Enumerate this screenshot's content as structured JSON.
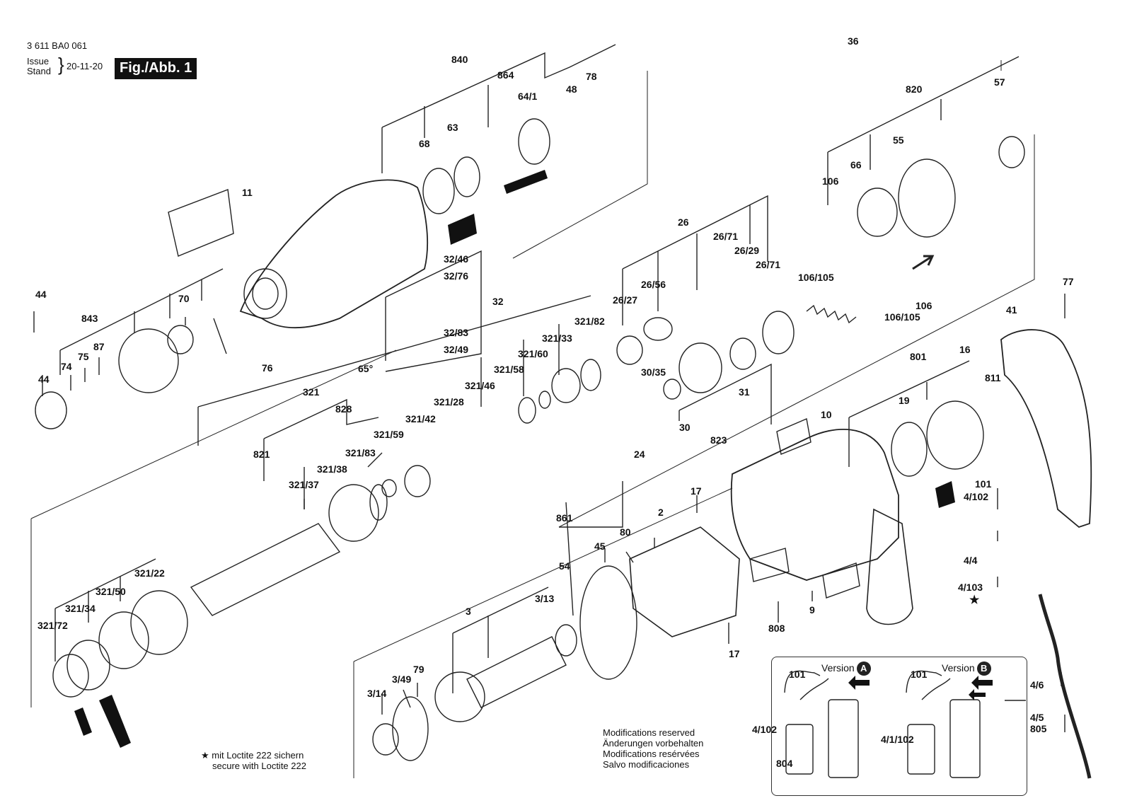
{
  "header": {
    "doc_number": "3 611 BA0 061",
    "issue_label": "Issue",
    "stand_label": "Stand",
    "date": "20-11-20",
    "figure_label": "Fig./Abb. 1"
  },
  "parts": {
    "p840": "840",
    "p864": "864",
    "p78": "78",
    "p48": "48",
    "p64_1": "64/1",
    "p63": "63",
    "p68": "68",
    "p11": "11",
    "p36": "36",
    "p820": "820",
    "p57": "57",
    "p55": "55",
    "p66": "66",
    "p106": "106",
    "p106_105a": "106/105",
    "p106b": "106",
    "p106_105b": "106/105",
    "p26": "26",
    "p26_71a": "26/71",
    "p26_29": "26/29",
    "p26_71b": "26/71",
    "p26_56": "26/56",
    "p26_27": "26/27",
    "p32_46": "32/46",
    "p32_76": "32/76",
    "p32": "32",
    "p32_83": "32/83",
    "p32_49": "32/49",
    "p44a": "44",
    "p70": "70",
    "p843": "843",
    "p75": "75",
    "p87": "87",
    "p74": "74",
    "p44b": "44",
    "p76": "76",
    "p65deg": "65°",
    "p321_82": "321/82",
    "p321_33": "321/33",
    "p321_60": "321/60",
    "p321_58": "321/58",
    "p321_46": "321/46",
    "p321_28": "321/28",
    "p321_42": "321/42",
    "p321_59": "321/59",
    "p321": "321",
    "p828": "828",
    "p821": "821",
    "p321_83": "321/83",
    "p321_38": "321/38",
    "p321_37": "321/37",
    "p321_22": "321/22",
    "p321_50": "321/50",
    "p321_34": "321/34",
    "p321_72": "321/72",
    "p30_35": "30/35",
    "p31": "31",
    "p30": "30",
    "p823": "823",
    "p24": "24",
    "p861": "861",
    "p10": "10",
    "p801": "801",
    "p16": "16",
    "p811": "811",
    "p19": "19",
    "p77": "77",
    "p41": "41",
    "p101": "101",
    "p4_102": "4/102",
    "p4_4": "4/4",
    "p4_103": "4/103",
    "p17a": "17",
    "p2": "2",
    "p80": "80",
    "p45": "45",
    "p54": "54",
    "p3": "3",
    "p3_13": "3/13",
    "p79": "79",
    "p3_49": "3/49",
    "p3_14": "3/14",
    "p808": "808",
    "p9": "9",
    "p17b": "17",
    "p4_6": "4/6",
    "p4_5": "4/5",
    "p805": "805"
  },
  "inset": {
    "version_a_label": "Version",
    "version_a_badge": "A",
    "version_b_label": "Version",
    "version_b_badge": "B",
    "a_p101": "101",
    "a_p4_102": "4/102",
    "a_p804": "804",
    "b_p101": "101",
    "b_p4_1_102": "4/1/102"
  },
  "notes": {
    "loctite_star": "★",
    "loctite_de": "mit Loctite 222 sichern",
    "loctite_en": "secure with Loctite 222",
    "mod_en": "Modifications reserved",
    "mod_de": "Änderungen vorbehalten",
    "mod_fr": "Modifications resérvées",
    "mod_es": "Salvo modificaciones",
    "star_4_103": "★"
  }
}
